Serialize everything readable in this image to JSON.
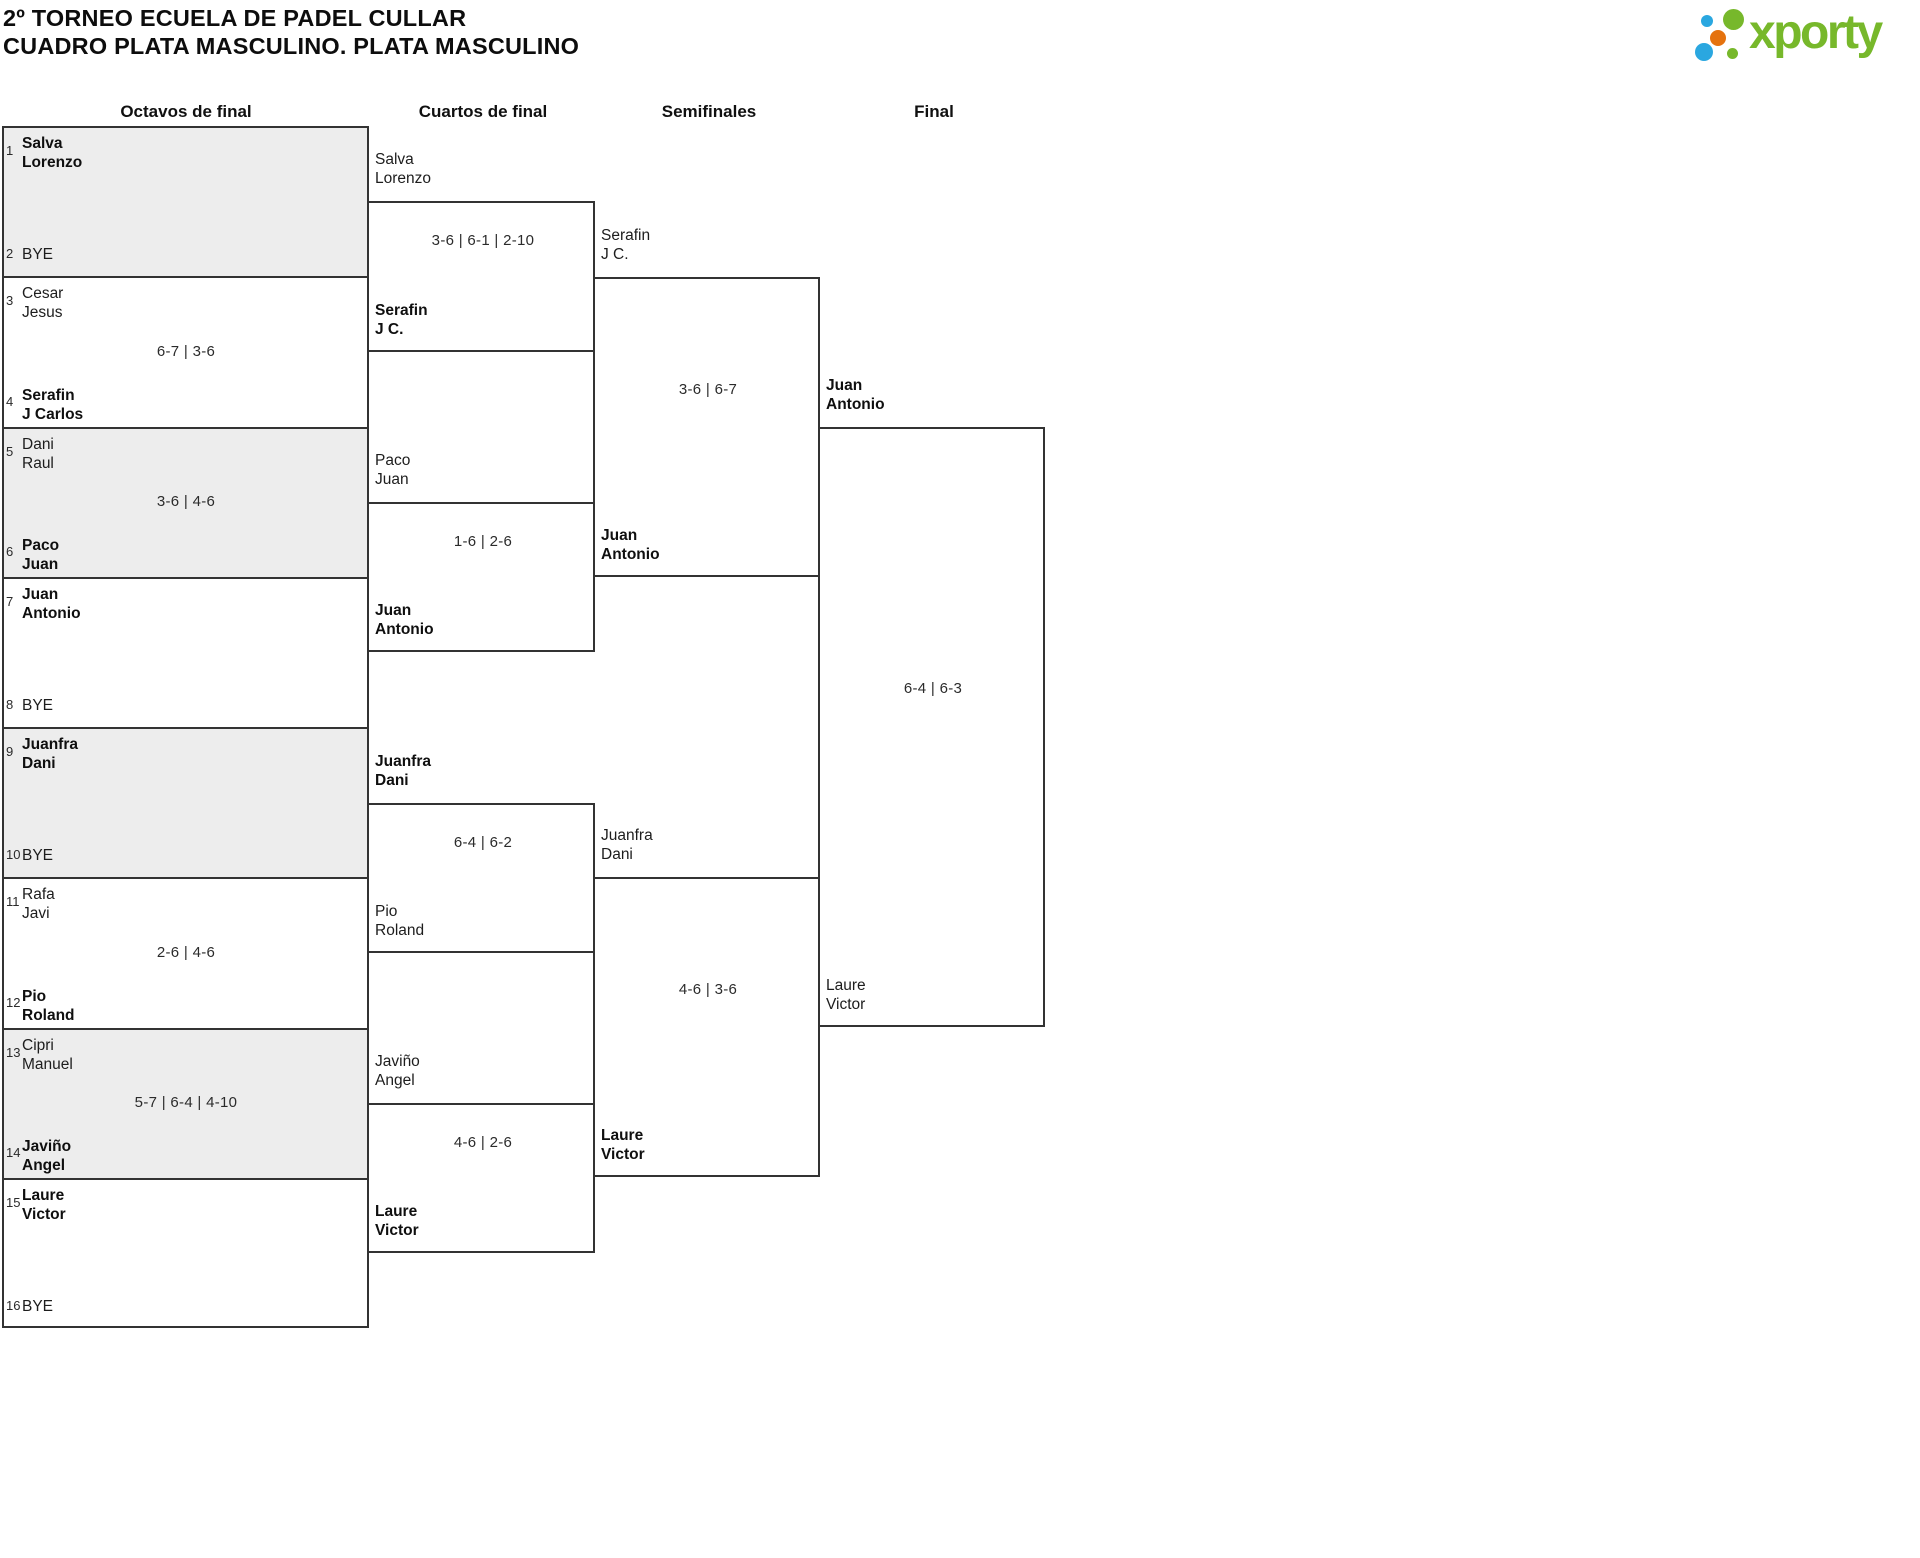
{
  "title": {
    "line1": "2º TORNEO ECUELA DE PADEL CULLAR",
    "line2": "CUADRO PLATA MASCULINO. PLATA MASCULINO"
  },
  "logo": {
    "text": "xporty",
    "colors": {
      "green": "#77b82b",
      "blue": "#2aa7e0",
      "orange": "#e5720e"
    }
  },
  "round_headers": [
    {
      "label": "Octavos de final"
    },
    {
      "label": "Cuartos de final"
    },
    {
      "label": "Semifinales"
    },
    {
      "label": "Final"
    }
  ],
  "octavos": [
    {
      "shaded": true,
      "score": "",
      "a": {
        "seed": "1",
        "lines": [
          "Salva",
          "Lorenzo"
        ],
        "bold": true
      },
      "b": {
        "seed": "2",
        "lines": [
          "BYE"
        ],
        "bold": false
      }
    },
    {
      "shaded": false,
      "score": "6-7 | 3-6",
      "a": {
        "seed": "3",
        "lines": [
          "Cesar",
          "Jesus"
        ],
        "bold": false
      },
      "b": {
        "seed": "4",
        "lines": [
          "Serafin",
          "J Carlos"
        ],
        "bold": true
      }
    },
    {
      "shaded": true,
      "score": "3-6 | 4-6",
      "a": {
        "seed": "5",
        "lines": [
          "Dani",
          "Raul"
        ],
        "bold": false
      },
      "b": {
        "seed": "6",
        "lines": [
          "Paco",
          "Juan"
        ],
        "bold": true
      }
    },
    {
      "shaded": false,
      "score": "",
      "a": {
        "seed": "7",
        "lines": [
          "Juan",
          "Antonio"
        ],
        "bold": true
      },
      "b": {
        "seed": "8",
        "lines": [
          "BYE"
        ],
        "bold": false
      }
    },
    {
      "shaded": true,
      "score": "",
      "a": {
        "seed": "9",
        "lines": [
          "Juanfra",
          "Dani"
        ],
        "bold": true
      },
      "b": {
        "seed": "10",
        "lines": [
          "BYE"
        ],
        "bold": false
      }
    },
    {
      "shaded": false,
      "score": "2-6 | 4-6",
      "a": {
        "seed": "11",
        "lines": [
          "Rafa",
          "Javi"
        ],
        "bold": false
      },
      "b": {
        "seed": "12",
        "lines": [
          "Pio",
          "Roland"
        ],
        "bold": true
      }
    },
    {
      "shaded": true,
      "score": "5-7 | 6-4 | 4-10",
      "a": {
        "seed": "13",
        "lines": [
          "Cipri",
          "Manuel"
        ],
        "bold": false
      },
      "b": {
        "seed": "14",
        "lines": [
          "Javiño",
          "Angel"
        ],
        "bold": true
      }
    },
    {
      "shaded": false,
      "score": "",
      "a": {
        "seed": "15",
        "lines": [
          "Laure",
          "Victor"
        ],
        "bold": true
      },
      "b": {
        "seed": "16",
        "lines": [
          "BYE"
        ],
        "bold": false
      }
    }
  ],
  "cuartos": [
    {
      "score": "3-6 | 6-1 | 2-10",
      "a": {
        "lines": [
          "Salva",
          "Lorenzo"
        ],
        "bold": false
      },
      "b": {
        "lines": [
          "Serafin",
          "J C."
        ],
        "bold": true
      }
    },
    {
      "score": "1-6 | 2-6",
      "a": {
        "lines": [
          "Paco",
          "Juan"
        ],
        "bold": false
      },
      "b": {
        "lines": [
          "Juan",
          "Antonio"
        ],
        "bold": true
      }
    },
    {
      "score": "6-4 | 6-2",
      "a": {
        "lines": [
          "Juanfra",
          "Dani"
        ],
        "bold": true
      },
      "b": {
        "lines": [
          "Pio",
          "Roland"
        ],
        "bold": false
      }
    },
    {
      "score": "4-6 | 2-6",
      "a": {
        "lines": [
          "Javiño",
          "Angel"
        ],
        "bold": false
      },
      "b": {
        "lines": [
          "Laure",
          "Victor"
        ],
        "bold": true
      }
    }
  ],
  "semifinales": [
    {
      "score": "3-6 | 6-7",
      "a": {
        "lines": [
          "Serafin",
          "J C."
        ],
        "bold": false
      },
      "b": {
        "lines": [
          "Juan",
          "Antonio"
        ],
        "bold": true
      }
    },
    {
      "score": "4-6 | 3-6",
      "a": {
        "lines": [
          "Juanfra",
          "Dani"
        ],
        "bold": false
      },
      "b": {
        "lines": [
          "Laure",
          "Victor"
        ],
        "bold": true
      }
    }
  ],
  "final": [
    {
      "score": "6-4 | 6-3",
      "a": {
        "lines": [
          "Juan",
          "Antonio"
        ],
        "bold": true
      },
      "b": {
        "lines": [
          "Laure",
          "Victor"
        ],
        "bold": false
      }
    }
  ]
}
